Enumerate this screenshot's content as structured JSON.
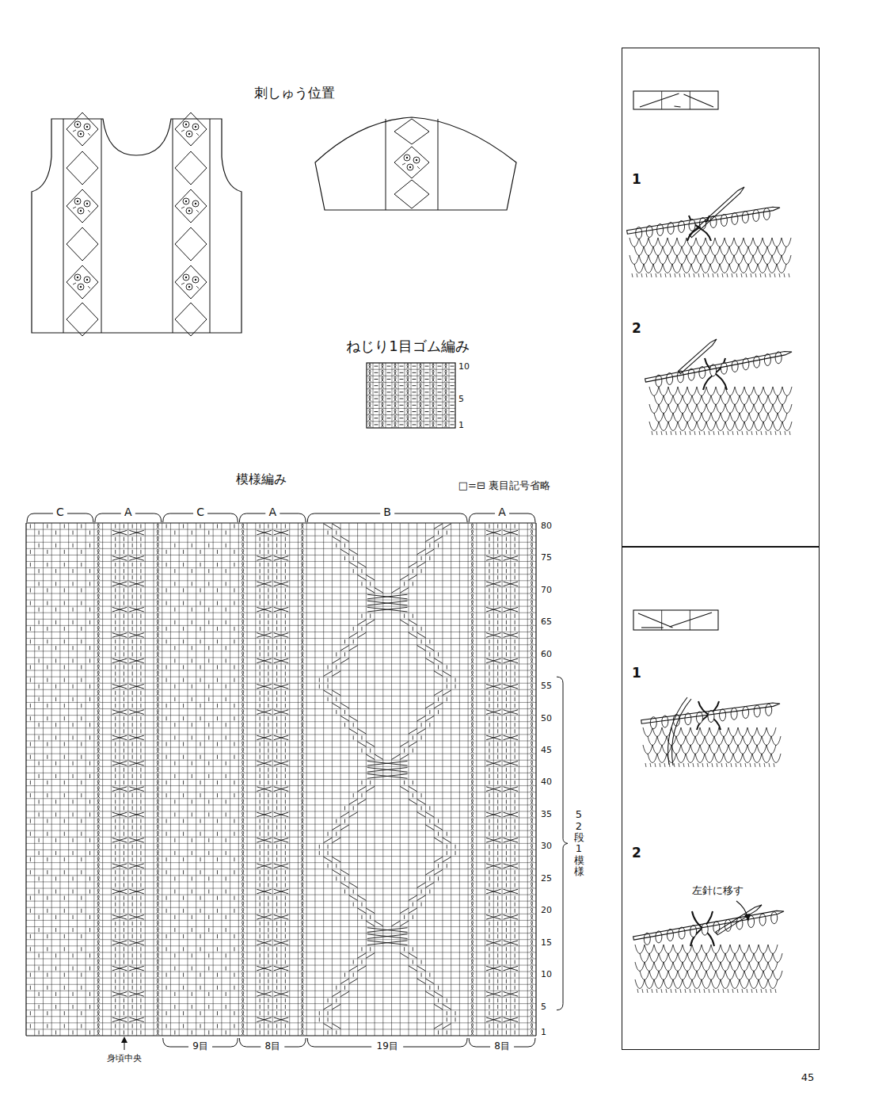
{
  "diagram": {
    "nodes": [
      {
        "text": [
          "1",
          "2"
        ]
      },
      {
        "text": [
          "1",
          "2",
          "左針に移す"
        ]
      }
    ],
    "labels": [
      "刺しゅう位置",
      "ねじり1目ゴム編み",
      "10",
      "5",
      "1",
      "模様編み",
      "□=⊟ 裏目記号省略",
      "C",
      "A",
      "C",
      "A",
      "B",
      "A",
      "80",
      "75",
      "70",
      "65",
      "60",
      "55",
      "50",
      "45",
      "40",
      "35",
      "30",
      "25",
      "20",
      "15",
      "10",
      "5",
      "1",
      "52段1模様",
      "身頃中央",
      "9目",
      "8目",
      "19目",
      "8目",
      "45"
    ]
  }
}
